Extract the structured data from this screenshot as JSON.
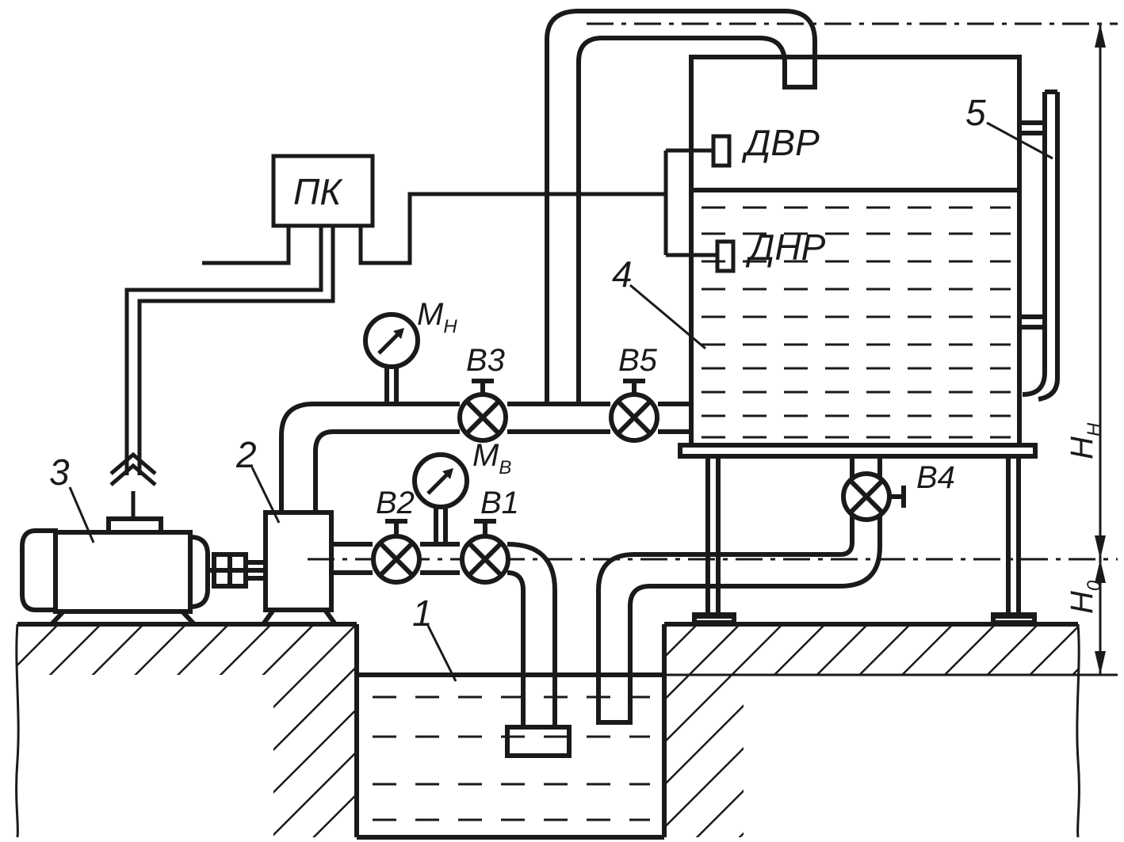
{
  "labels": {
    "pc": "ПК",
    "dvr": "ДВР",
    "dnr": "ДНР",
    "m_n": "M",
    "m_n_sub": "Н",
    "m_v": "M",
    "m_v_sub": "В",
    "v1": "В1",
    "v2": "В2",
    "v3": "В3",
    "v4": "В4",
    "v5": "В5",
    "n1": "1",
    "n2": "2",
    "n3": "3",
    "n4": "4",
    "n5": "5",
    "h_n": "H",
    "h_n_sub": "Н",
    "h_0": "H",
    "h_0_sub": "0"
  },
  "colors": {
    "line": "#1a1a1a",
    "background": "#ffffff"
  }
}
